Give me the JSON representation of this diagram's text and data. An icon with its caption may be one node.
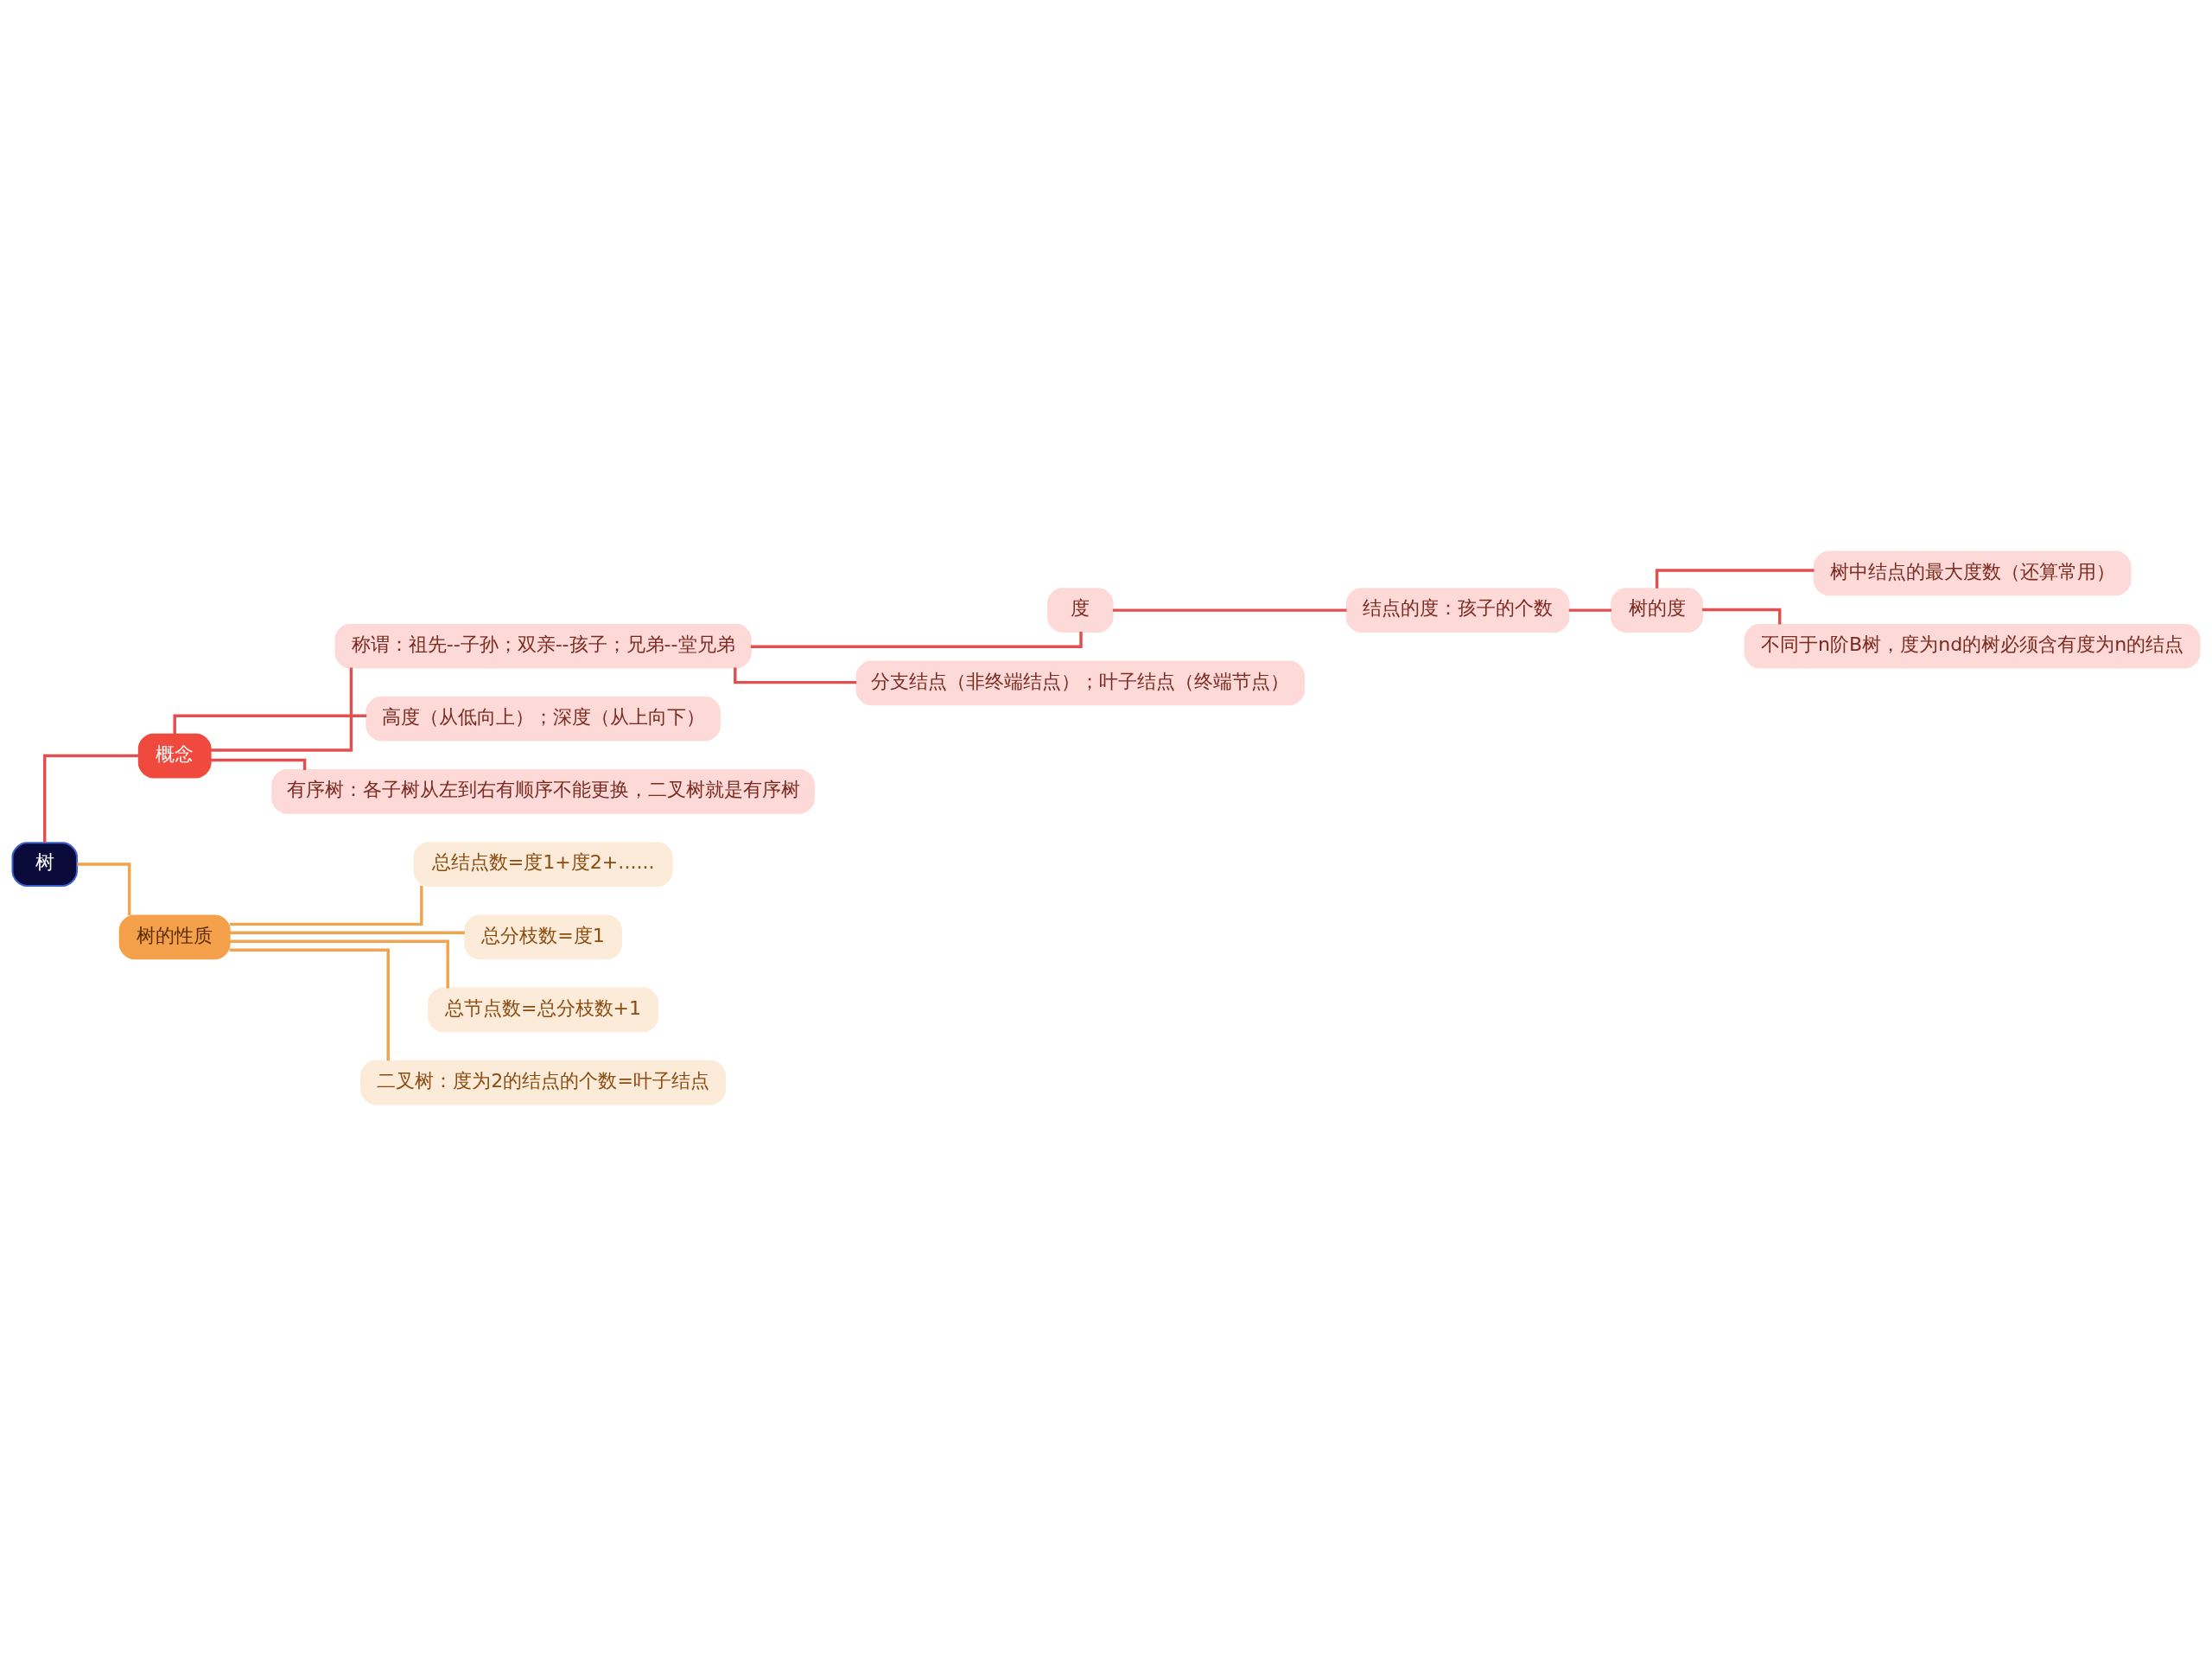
{
  "diagram": {
    "nodes": [
      {
        "text": [
          "树"
        ]
      },
      {
        "text": [
          "概念"
        ]
      },
      {
        "text": [
          "称谓：祖先--子孙；双亲--孩子；兄弟--堂兄弟"
        ]
      },
      {
        "text": [
          "度"
        ]
      },
      {
        "text": [
          "结点的度：孩子的个数"
        ]
      },
      {
        "text": [
          "树的度"
        ]
      },
      {
        "text": [
          "树中结点的最大度数（还算常用）"
        ]
      },
      {
        "text": [
          "不同于n阶B树，度为nd的树必须含有度为n的结点"
        ]
      },
      {
        "text": [
          "分支结点（非终端结点）；叶子结点（终端节点）"
        ]
      },
      {
        "text": [
          "高度（从低向上）；深度（从上向下）"
        ]
      },
      {
        "text": [
          "有序树：各子树从左到右有顺序不能更换，二叉树就是有序树"
        ]
      },
      {
        "text": [
          "树的性质"
        ]
      },
      {
        "text": [
          "总结点数=度1+度2+......"
        ]
      },
      {
        "text": [
          "总分枝数=度1"
        ]
      },
      {
        "text": [
          "总节点数=总分枝数+1"
        ]
      },
      {
        "text": [
          "二叉树：度为2的结点的个数=叶子结点"
        ]
      }
    ],
    "edges": [
      {
        "from": 0,
        "to": 1,
        "arrow": "none"
      },
      {
        "from": 1,
        "to": 2,
        "arrow": "none"
      },
      {
        "from": 2,
        "to": 3,
        "arrow": "none"
      },
      {
        "from": 3,
        "to": 4,
        "arrow": "none"
      },
      {
        "from": 4,
        "to": 5,
        "arrow": "none"
      },
      {
        "from": 5,
        "to": 6,
        "arrow": "none"
      },
      {
        "from": 5,
        "to": 7,
        "arrow": "none"
      },
      {
        "from": 2,
        "to": 8,
        "arrow": "none"
      },
      {
        "from": 1,
        "to": 9,
        "arrow": "none"
      },
      {
        "from": 1,
        "to": 10,
        "arrow": "none"
      },
      {
        "from": 0,
        "to": 11,
        "arrow": "none",
        "color": "#f0a44e"
      },
      {
        "from": 11,
        "to": 12,
        "arrow": "none",
        "color": "#f0a44e"
      },
      {
        "from": 11,
        "to": 13,
        "arrow": "none",
        "color": "#f0a44e"
      },
      {
        "from": 11,
        "to": 14,
        "arrow": "none",
        "color": "#f0a44e"
      },
      {
        "from": 11,
        "to": 15,
        "arrow": "none",
        "color": "#f0a44e"
      }
    ]
  }
}
